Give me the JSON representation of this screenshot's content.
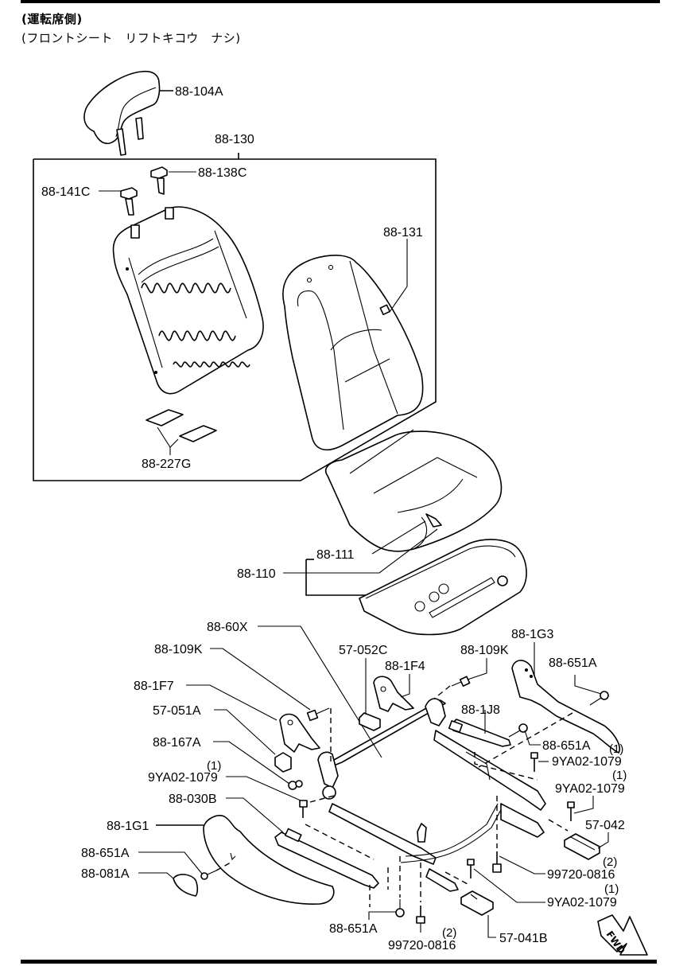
{
  "header": {
    "line1": "(運転席側)",
    "line2": "(フロントシート　リフトキコウ　ナシ)"
  },
  "callouts": [
    {
      "id": "headrest",
      "part_no": "88-104A"
    },
    {
      "id": "seatback-assembly",
      "part_no": "88-130"
    },
    {
      "id": "headrest-guide-locked",
      "part_no": "88-138C"
    },
    {
      "id": "headrest-guide-free",
      "part_no": "88-141C"
    },
    {
      "id": "seatback-trim",
      "part_no": "88-131"
    },
    {
      "id": "pad",
      "part_no": "88-227G"
    },
    {
      "id": "cushion-trim",
      "part_no": "88-111"
    },
    {
      "id": "cushion-assembly",
      "part_no": "88-110"
    },
    {
      "id": "adjuster-frame",
      "part_no": "88-60X"
    },
    {
      "id": "bolt-left",
      "part_no": "88-109K"
    },
    {
      "id": "cover-inner",
      "part_no": "88-1F7"
    },
    {
      "id": "bracket-left",
      "part_no": "57-051A"
    },
    {
      "id": "clip",
      "part_no": "88-167A"
    },
    {
      "id": "bolt-9ya-left",
      "part_no": "9YA02-1079",
      "qty": "(1)"
    },
    {
      "id": "rail-cover-left",
      "part_no": "88-030B"
    },
    {
      "id": "side-shield",
      "part_no": "88-1G1"
    },
    {
      "id": "screw-shield",
      "part_no": "88-651A"
    },
    {
      "id": "knob",
      "part_no": "88-081A"
    },
    {
      "id": "bracket-center",
      "part_no": "57-052C"
    },
    {
      "id": "cover-center",
      "part_no": "88-1F4"
    },
    {
      "id": "bolt-right",
      "part_no": "88-109K"
    },
    {
      "id": "shield-right",
      "part_no": "88-1G3"
    },
    {
      "id": "screw-right-top",
      "part_no": "88-651A"
    },
    {
      "id": "lever",
      "part_no": "88-1J8"
    },
    {
      "id": "screw-right-mid",
      "part_no": "88-651A"
    },
    {
      "id": "bolt-9ya-right-1",
      "part_no": "9YA02-1079",
      "qty": "(1)"
    },
    {
      "id": "bolt-9ya-right-2",
      "part_no": "9YA02-1079",
      "qty": "(1)"
    },
    {
      "id": "rail-cover-right",
      "part_no": "57-042"
    },
    {
      "id": "bolt-99720-right",
      "part_no": "99720-0816",
      "qty": "(2)"
    },
    {
      "id": "bolt-9ya-right-3",
      "part_no": "9YA02-1079",
      "qty": "(1)"
    },
    {
      "id": "screw-bottom",
      "part_no": "88-651A"
    },
    {
      "id": "bolt-99720-bottom",
      "part_no": "99720-0816",
      "qty": "(2)"
    },
    {
      "id": "rail-cover-front",
      "part_no": "57-041B"
    }
  ],
  "direction_badge": "FWD"
}
